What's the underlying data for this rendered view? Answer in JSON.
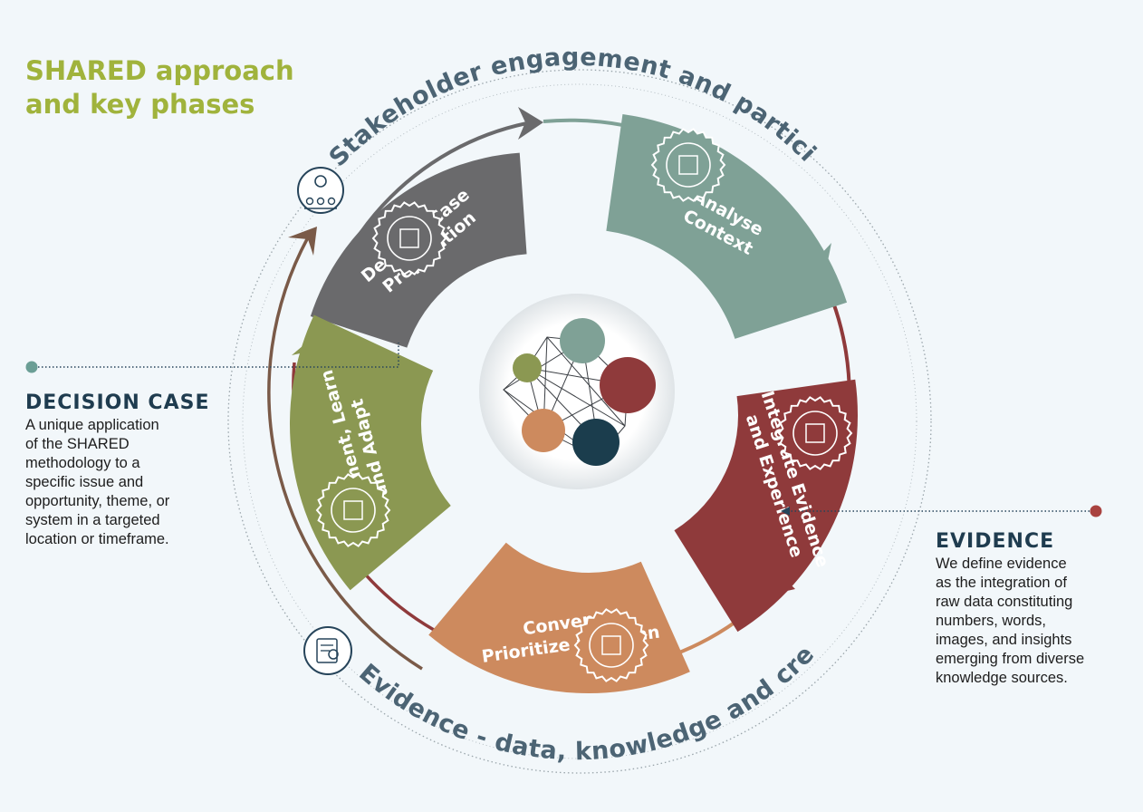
{
  "title": {
    "line1": "SHARED approach",
    "line2": "and key phases"
  },
  "outer_ring": {
    "top_label": "Stakeholder engagement and participation",
    "bottom_label": "Evidence - data, knowledge and creativity"
  },
  "phases": [
    {
      "line1": "Decision Case",
      "line2": "Preparation",
      "color": "#6a6a6c",
      "icon": "head-question-icon"
    },
    {
      "line1": "Analyse",
      "line2": "Context",
      "color": "#7fa196",
      "icon": "network-icon"
    },
    {
      "line1": "Integrate Evidence",
      "line2": "and Experience",
      "color": "#8f3a3b",
      "icon": "pie-chart-icon"
    },
    {
      "line1": "Convene,",
      "line2": "Prioritize and Plan",
      "color": "#cd8a5e",
      "icon": "flowchart-document-icon"
    },
    {
      "line1": "Implement, Learn",
      "line2": "and Adapt",
      "color": "#8b9852",
      "icon": "presentation-icon"
    }
  ],
  "decision_case": {
    "heading": "DECISION CASE",
    "lines": [
      "A unique application",
      "of the SHARED",
      "methodology to a",
      "specific issue and",
      "opportunity, theme, or",
      "system in a targeted",
      "location or timeframe."
    ]
  },
  "evidence": {
    "heading": "EVIDENCE",
    "lines": [
      "We define evidence",
      "as the integration of",
      "raw data constituting",
      "numbers, words,",
      "images, and insights",
      "emerging from diverse",
      "knowledge sources."
    ]
  },
  "colors": {
    "title_green": "#a0b33c",
    "heading_navy": "#1f3c4f",
    "arc_text": "#4c6474",
    "grey": "#6a6a6c",
    "sage": "#7fa196",
    "maroon": "#8f3a3b",
    "orange": "#cd8a5e",
    "olive": "#8b9852",
    "dark_teal": "#1b3d4d"
  },
  "icons": [
    "stakeholder-group-icon",
    "evidence-report-icon",
    "network-hub-icon"
  ]
}
